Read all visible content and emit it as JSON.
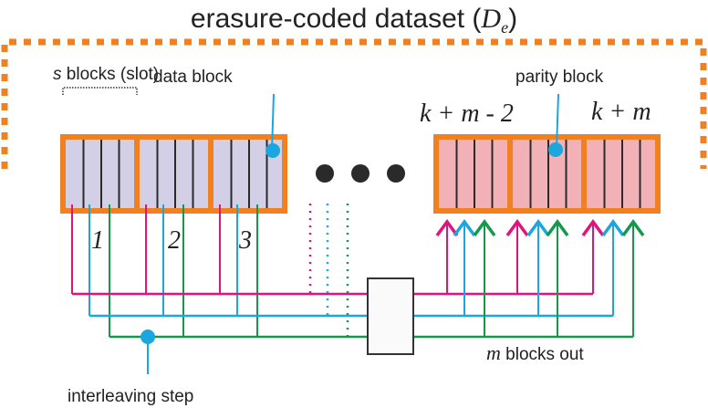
{
  "title": {
    "text": "erasure-coded dataset (",
    "symbol": "D",
    "subscript": "e",
    "close": ")"
  },
  "labels": {
    "slot_var": "s",
    "slot_text": " blocks (slot)",
    "data_block": "data block",
    "parity_block": "parity block",
    "parity_index_1": "k + m - 2",
    "parity_index_2": "k + m",
    "data_index_1": "1",
    "data_index_2": "2",
    "data_index_3": "3",
    "m_var": "m",
    "m_text": " blocks out",
    "interleaving": "interleaving step"
  },
  "colors": {
    "frame": "#f08020",
    "data_fill": "#d3cfe6",
    "parity_fill": "#f2b1b7",
    "line_magenta": "#e0147a",
    "line_blue": "#1ba6e0",
    "line_green": "#14994a",
    "callout": "#1ba6e0",
    "ink": "#2a2a2a"
  },
  "data_blocks": {
    "count_shown": 3,
    "sub_blocks_per_slot": 4
  },
  "parity_blocks": {
    "count_shown": 3,
    "sub_blocks_per_slot": 4
  },
  "ellipsis_dots": 3
}
